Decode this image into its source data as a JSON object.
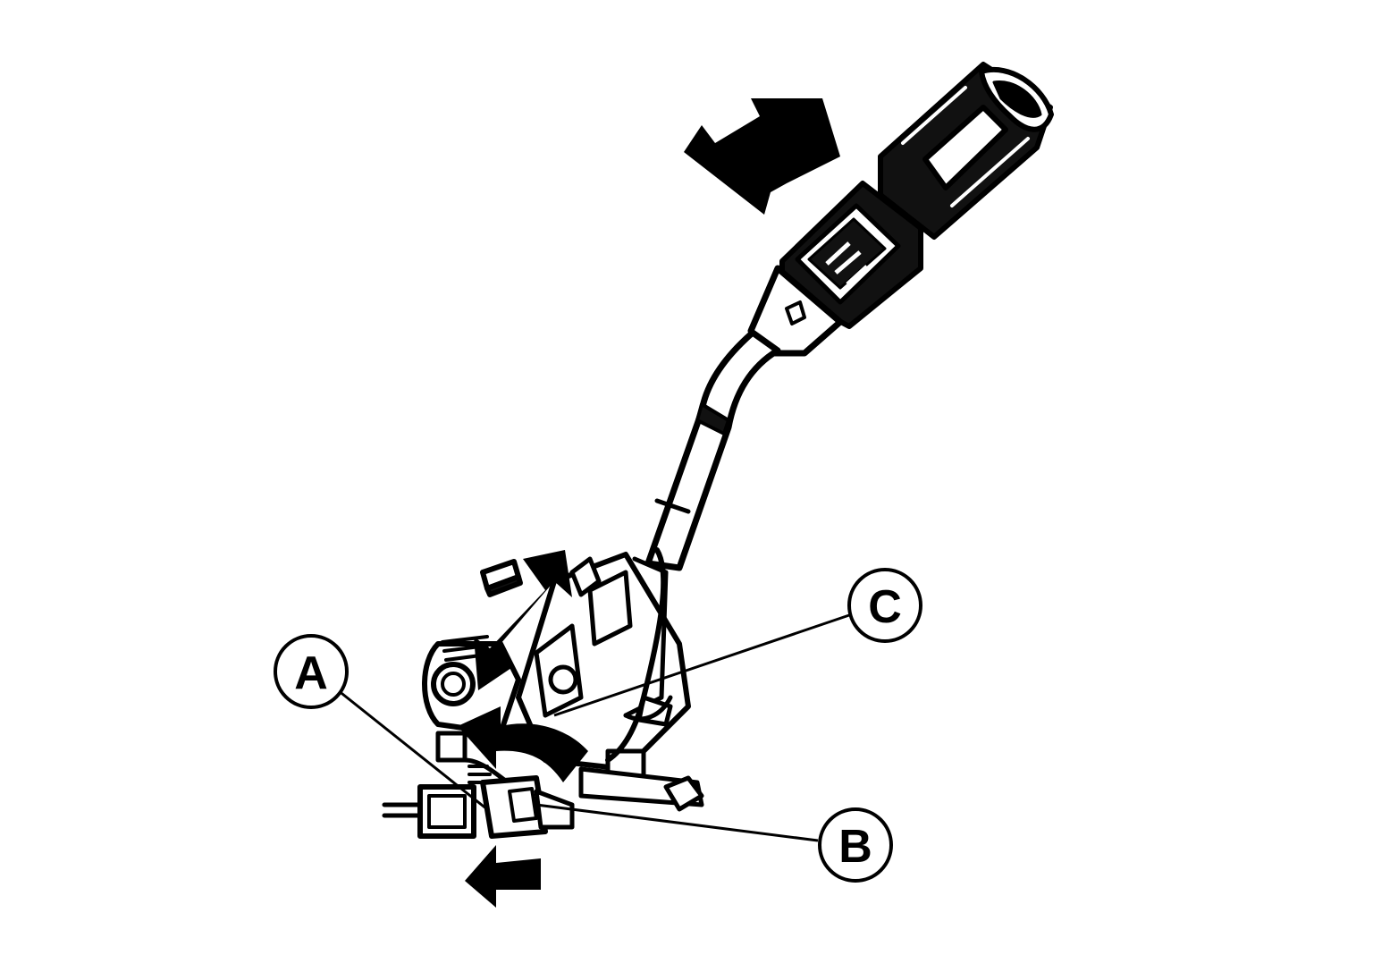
{
  "callouts": {
    "a": {
      "label": "A"
    },
    "b": {
      "label": "B"
    },
    "c": {
      "label": "C"
    }
  },
  "colors": {
    "ink": "#000000",
    "paper": "#ffffff"
  }
}
